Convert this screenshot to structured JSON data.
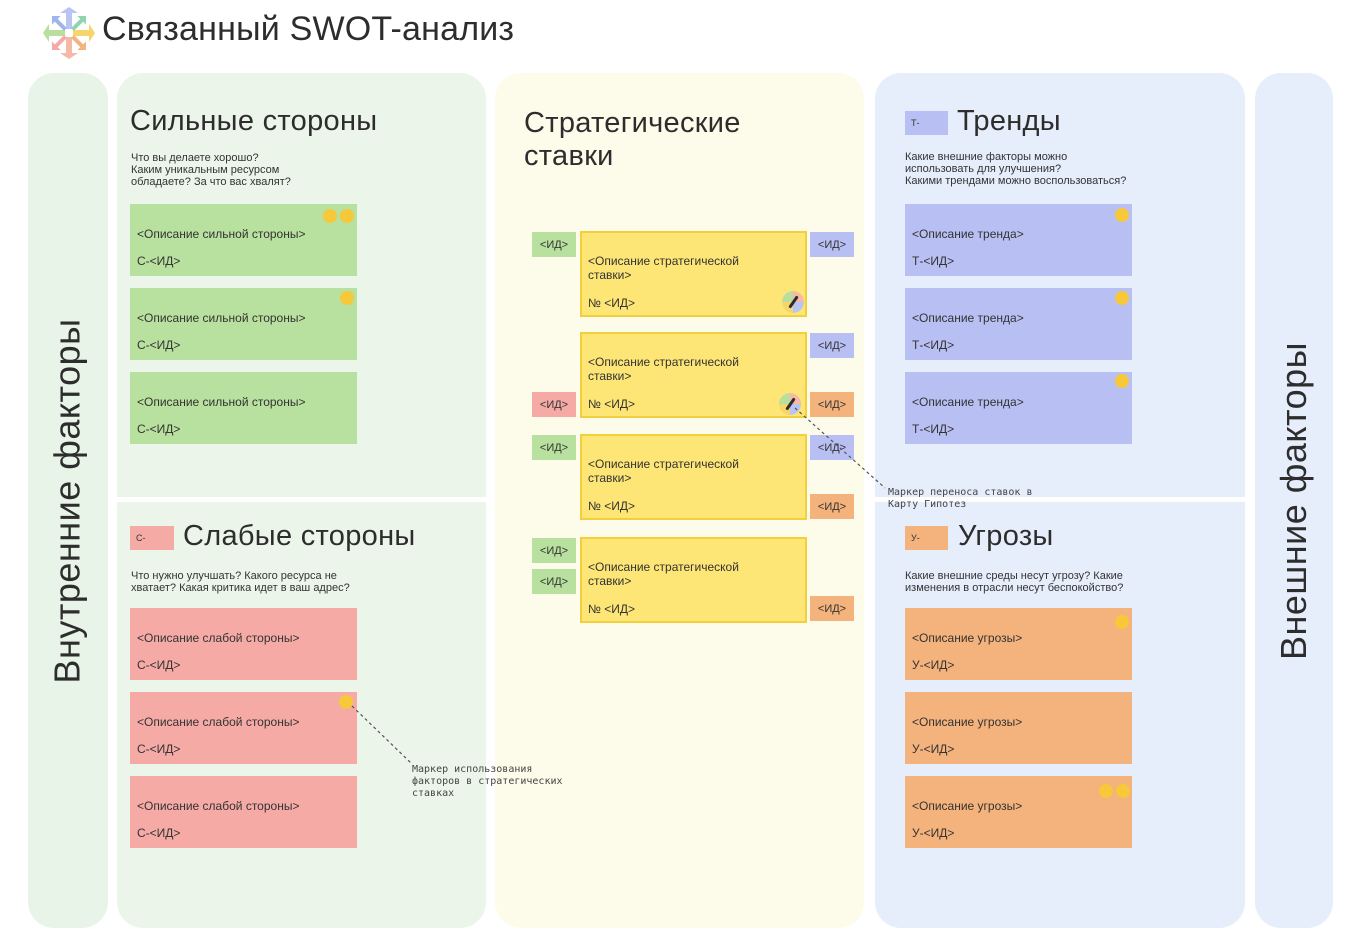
{
  "header": {
    "title": "Связанный SWOT-анализ",
    "logo_icon": "four-color-arrows-logo-icon"
  },
  "sides": {
    "left": "Внутренние факторы",
    "right": "Внешние факторы"
  },
  "strengths": {
    "title": "Сильные стороны",
    "question": "Что вы делаете хорошо?\nКаким уникальным ресурсом\nобладаете? За что вас хвалят?",
    "cards": [
      {
        "desc": "<Описание сильной стороны>",
        "id": "С-<ИД>"
      },
      {
        "desc": "<Описание сильной стороны>",
        "id": "С-<ИД>"
      },
      {
        "desc": "<Описание сильной стороны>",
        "id": "С-<ИД>"
      }
    ]
  },
  "weaknesses": {
    "tag": "С-",
    "title": "Слабые стороны",
    "question": "Что нужно улучшать? Какого ресурса не\nхватает? Какая критика идет в ваш адрес?",
    "cards": [
      {
        "desc": "<Описание слабой стороны>",
        "id": "С-<ИД>"
      },
      {
        "desc": "<Описание слабой стороны>",
        "id": "С-<ИД>"
      },
      {
        "desc": "<Описание слабой стороны>",
        "id": "С-<ИД>"
      }
    ]
  },
  "strategy": {
    "title": "Стратегические ставки",
    "cards": [
      {
        "desc": "<Описание стратегической ставки>",
        "num": "№ <ИД>"
      },
      {
        "desc": "<Описание стратегической ставки>",
        "num": "№ <ИД>"
      },
      {
        "desc": "<Описание стратегической ставки>",
        "num": "№ <ИД>"
      },
      {
        "desc": "<Описание стратегической ставки>",
        "num": "№ <ИД>"
      }
    ],
    "id_label": "<ИД>"
  },
  "trends": {
    "tag": "Т-",
    "title": "Тренды",
    "question": "Какие внешние факторы можно\nиспользовать для улучшения?\nКакими трендами можно воспользоваться?",
    "cards": [
      {
        "desc": "<Описание тренда>",
        "id": "Т-<ИД>"
      },
      {
        "desc": "<Описание тренда>",
        "id": "Т-<ИД>"
      },
      {
        "desc": "<Описание тренда>",
        "id": "Т-<ИД>"
      }
    ]
  },
  "threats": {
    "tag": "У-",
    "title": "Угрозы",
    "question": "Какие внешние среды несут угрозу? Какие\nизменения в отрасли несут беспокойство?",
    "cards": [
      {
        "desc": "<Описание угрозы>",
        "id": "У-<ИД>"
      },
      {
        "desc": "<Описание угрозы>",
        "id": "У-<ИД>"
      },
      {
        "desc": "<Описание угрозы>",
        "id": "У-<ИД>"
      }
    ]
  },
  "notes": {
    "transfer": "Маркер переноса ставок в\nКарту Гипотез",
    "usage": "Маркер использования\nфакторов в стратегических\nставках"
  },
  "colors": {
    "green": "#b8e09e",
    "red": "#f5aaa6",
    "blue": "#b8bff2",
    "orange": "#f4b27c",
    "yellow": "#fde576",
    "dot": "#f7c83a"
  }
}
